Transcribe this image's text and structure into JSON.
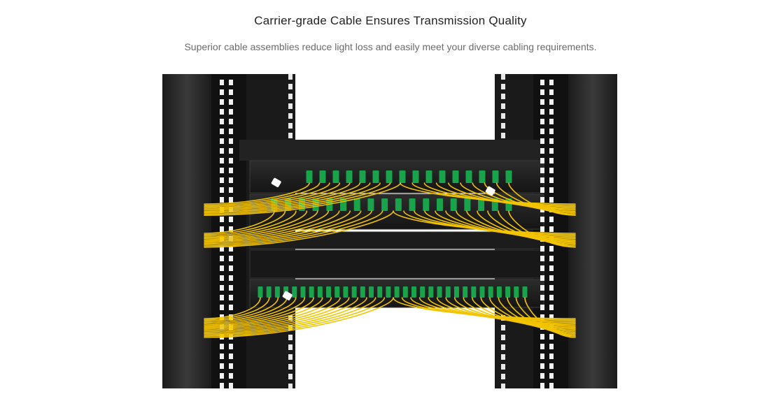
{
  "header": {
    "title": "Carrier-grade Cable Ensures Transmission Quality",
    "subtitle": "Superior cable assemblies reduce light loss and easily meet your diverse cabling requirements."
  },
  "photo": {
    "subject": "rack-mounted fiber patch panels with yellow fiber cables",
    "colors": {
      "rack": "#2a2a2a",
      "panel": "#1e1e1e",
      "connector": "#19a34a",
      "cable": "#f2c400",
      "background": "#ffffff"
    }
  }
}
